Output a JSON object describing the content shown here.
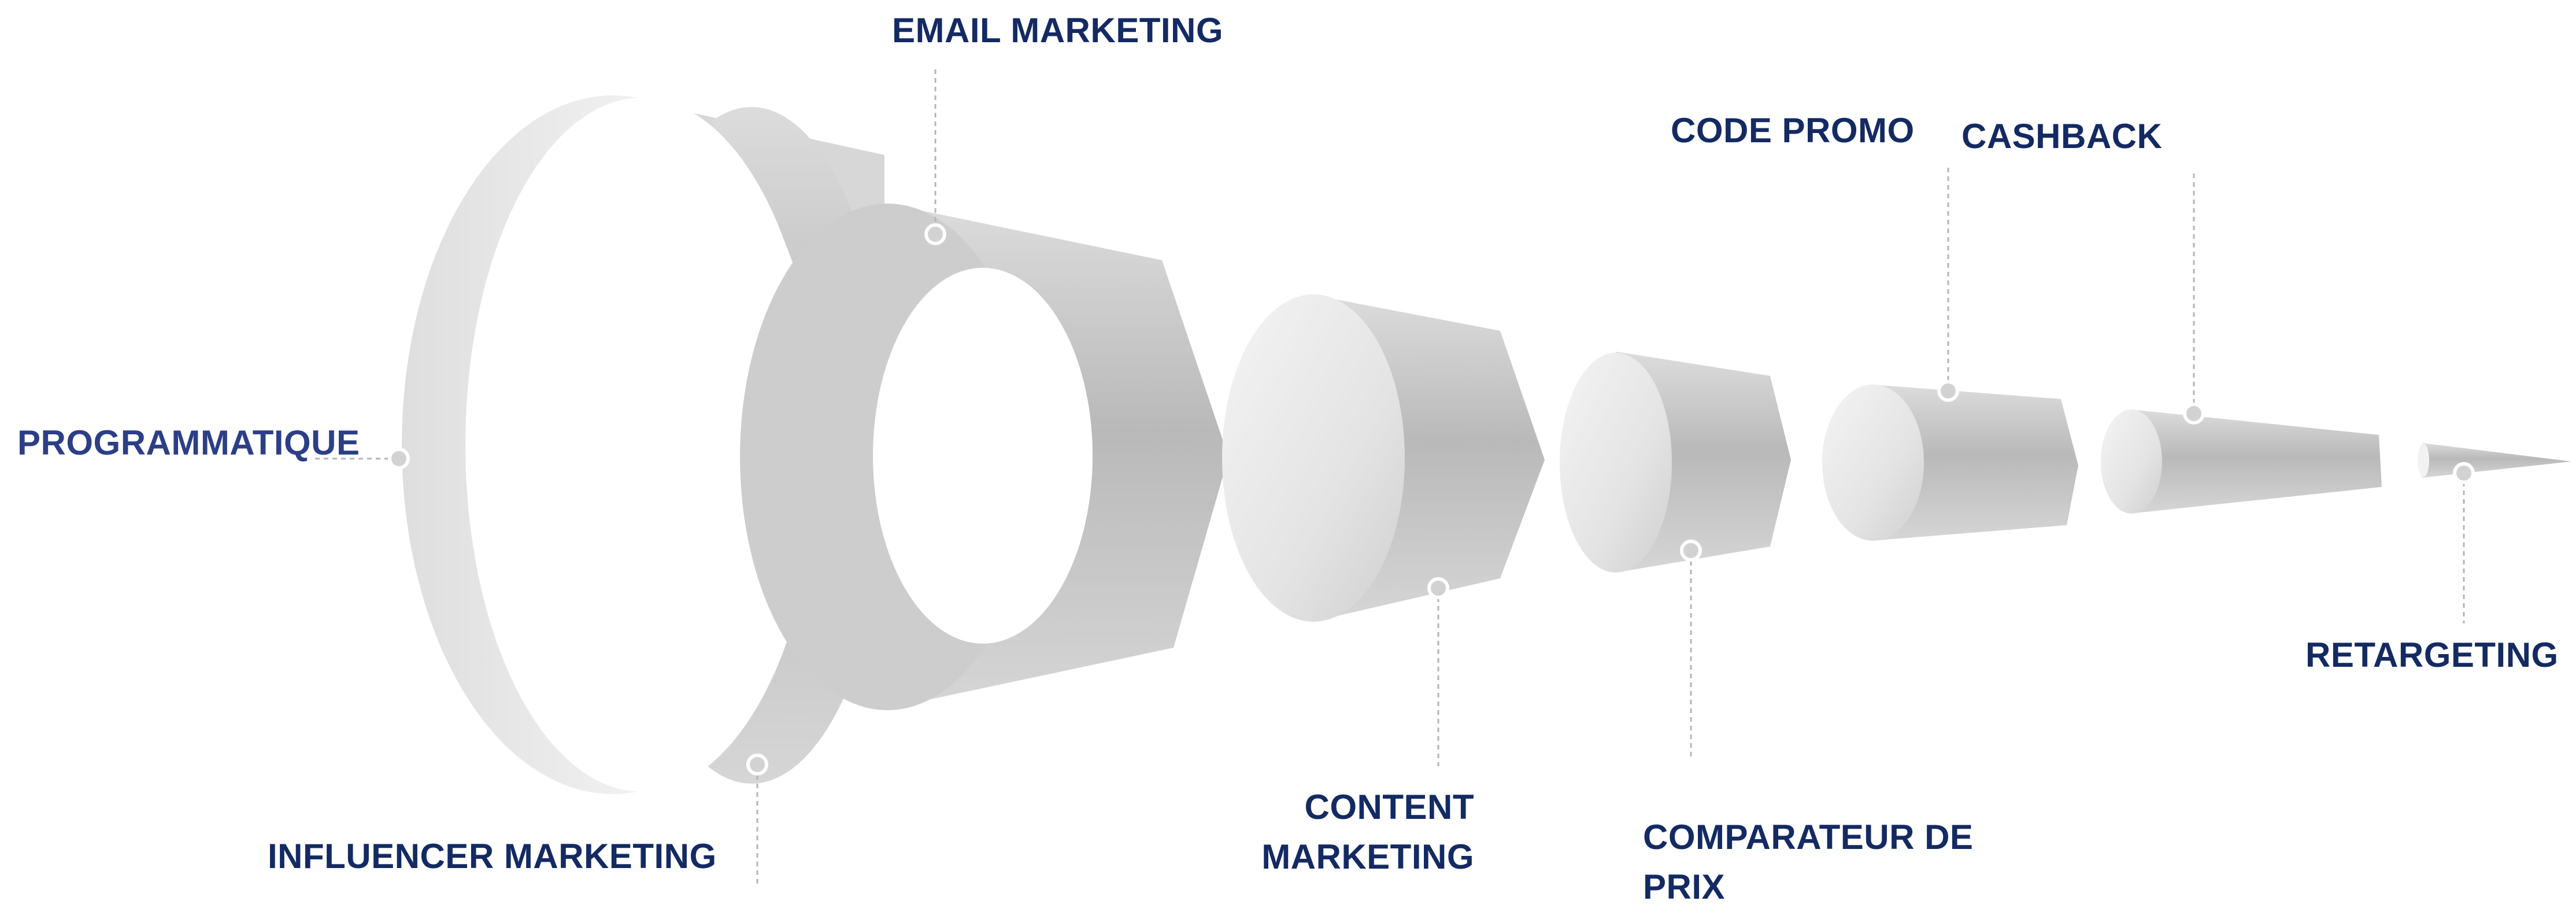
{
  "diagram": {
    "labels": {
      "programmatique": "PROGRAMMATIQUE",
      "influencer_marketing": "INFLUENCER MARKETING",
      "email_marketing": "EMAIL MARKETING",
      "content_marketing": [
        "CONTENT",
        "MARKETING"
      ],
      "comparateur_de_prix": [
        "COMPARATEUR DE",
        "PRIX"
      ],
      "code_promo": "CODE PROMO",
      "cashback": "CASHBACK",
      "retargeting": "RETARGETING"
    },
    "colors": {
      "label_text": "#132a63",
      "funnel_gray": "#c4c4c4",
      "funnel_light": "#e8e8e8",
      "connector": "#b5b5b5"
    }
  }
}
